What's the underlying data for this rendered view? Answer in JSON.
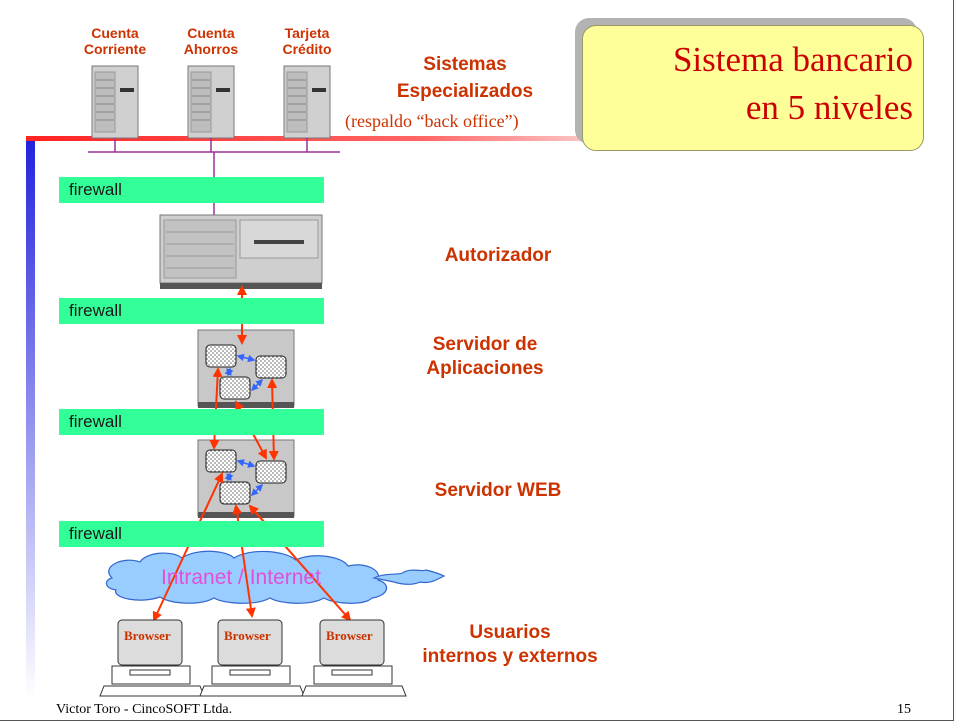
{
  "title": {
    "line1": "Sistema bancario",
    "line2": "en 5 niveles"
  },
  "servers": [
    {
      "line1": "Cuenta",
      "line2": "Corriente"
    },
    {
      "line1": "Cuenta",
      "line2": "Ahorros"
    },
    {
      "line1": "Tarjeta",
      "line2": "Crédito"
    }
  ],
  "tiers": {
    "backoffice_line1": "Sistemas",
    "backoffice_line2": "Especializados",
    "backoffice_sub": "(respaldo “back office”)",
    "autorizador": "Autorizador",
    "appserver_line1": "Servidor de",
    "appserver_line2": "Aplicaciones",
    "webserver": "Servidor WEB",
    "users_line1": "Usuarios",
    "users_line2": "internos y externos"
  },
  "firewall_label": "firewall",
  "cloud_label": "Intranet / Internet",
  "browser_label": "Browser",
  "footer": {
    "author": "Victor Toro - CincoSOFT Ltda.",
    "page": "15"
  },
  "colors": {
    "title_text": "#cc0000",
    "title_box": "#ffff99",
    "label": "#cc3300",
    "firewall": "#33ff99",
    "arrow_red": "#ff3300",
    "arrow_blue": "#3366ff",
    "cloud": "#99ccff",
    "cloud_text": "#e24fd8",
    "top_bar": "#ff3333",
    "left_bar": "#3333cc"
  }
}
